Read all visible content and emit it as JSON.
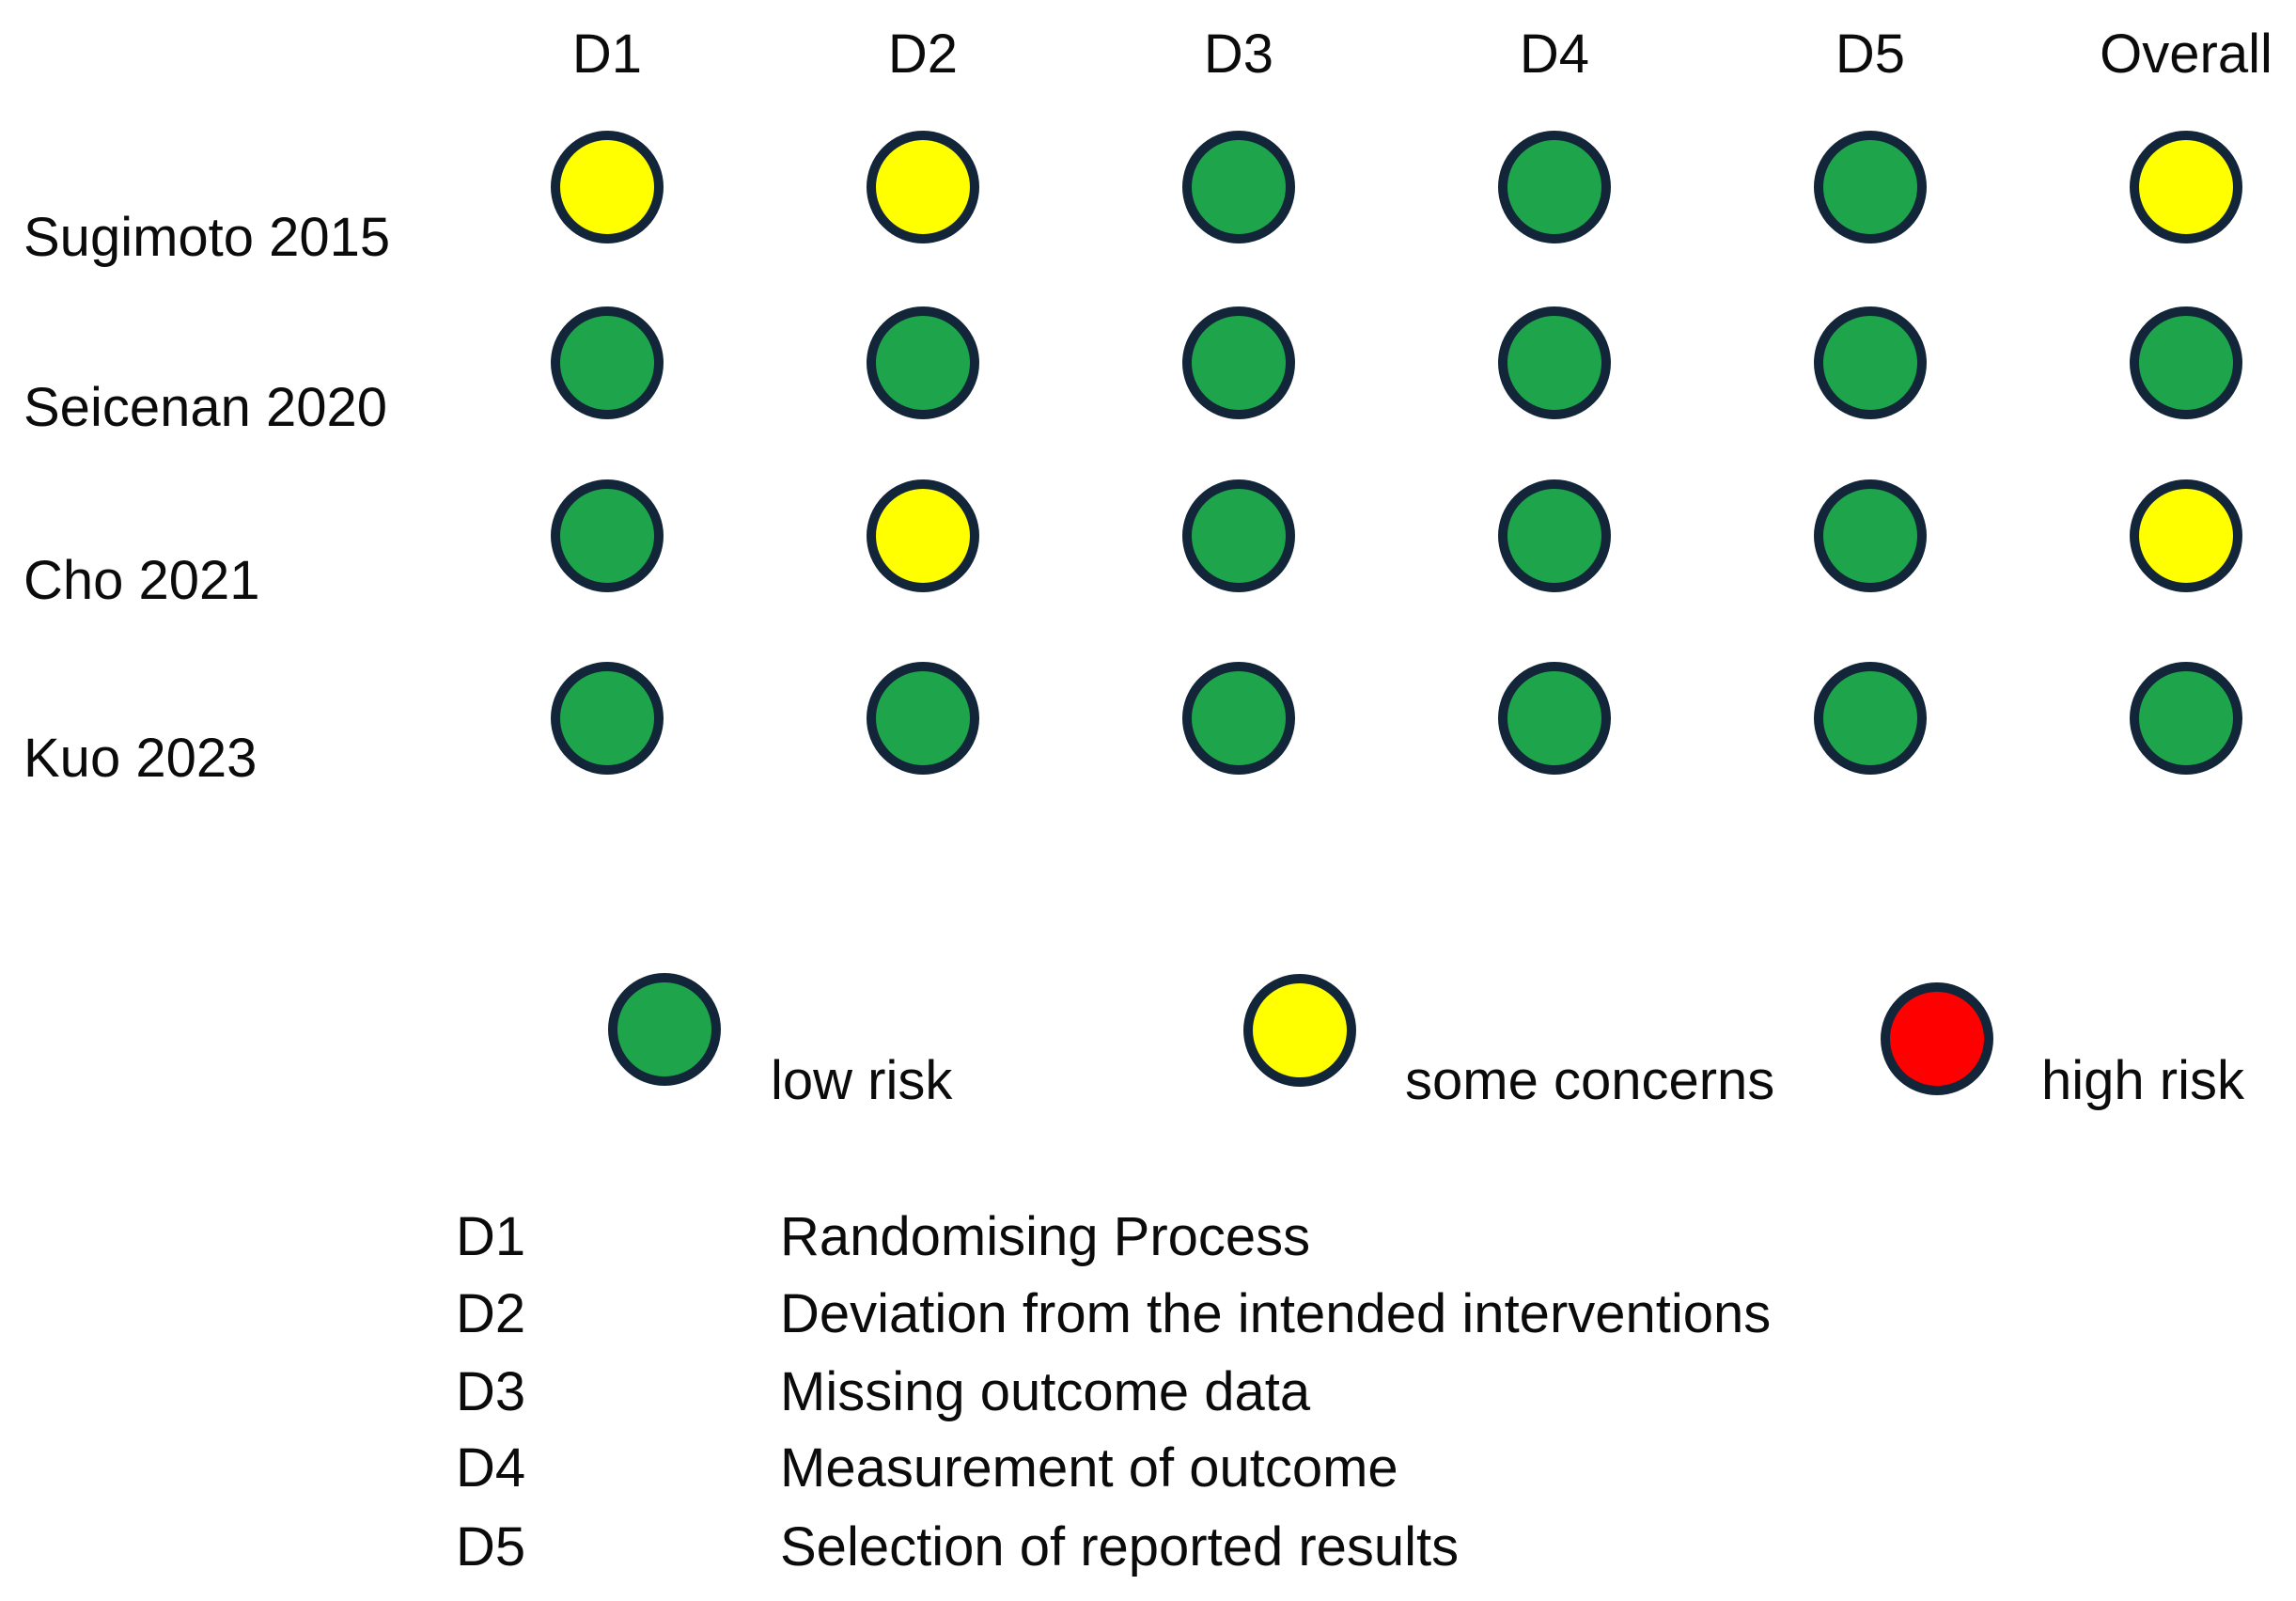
{
  "figure": {
    "background": "#ffffff"
  },
  "header": {
    "columns": [
      "D1",
      "D2",
      "D3",
      "D4",
      "D5",
      "Overall"
    ]
  },
  "studies": [
    {
      "label": "Sugimoto 2015",
      "ratings": [
        "some_concerns",
        "some_concerns",
        "low",
        "low",
        "low",
        "some_concerns"
      ]
    },
    {
      "label": "Seicenan 2020",
      "ratings": [
        "low",
        "low",
        "low",
        "low",
        "low",
        "low"
      ]
    },
    {
      "label": "Cho 2021",
      "ratings": [
        "low",
        "some_concerns",
        "low",
        "low",
        "low",
        "some_concerns"
      ]
    },
    {
      "label": "Kuo 2023",
      "ratings": [
        "low",
        "low",
        "low",
        "low",
        "low",
        "low"
      ]
    }
  ],
  "legend": [
    {
      "rating": "low",
      "label": "low risk"
    },
    {
      "rating": "some_concerns",
      "label": "some concerns"
    },
    {
      "rating": "high",
      "label": "high risk"
    }
  ],
  "domain_key": [
    {
      "code": "D1",
      "description": "Randomising Process"
    },
    {
      "code": "D2",
      "description": "Deviation from the intended interventions"
    },
    {
      "code": "D3",
      "description": "Missing outcome data"
    },
    {
      "code": "D4",
      "description": "Measurement of outcome"
    },
    {
      "code": "D5",
      "description": "Selection of reported results"
    }
  ],
  "colors": {
    "low": "#1EA54C",
    "some_concerns": "#FFFF00",
    "high": "#FF0000",
    "ring": "#132639",
    "text": "#0B0B0B"
  },
  "chart_data": {
    "type": "heatmap",
    "title": "",
    "columns": [
      "D1",
      "D2",
      "D3",
      "D4",
      "D5",
      "Overall"
    ],
    "rows": [
      "Sugimoto 2015",
      "Seicenan 2020",
      "Cho 2021",
      "Kuo 2023"
    ],
    "values": [
      [
        "some concerns",
        "some concerns",
        "low risk",
        "low risk",
        "low risk",
        "some concerns"
      ],
      [
        "low risk",
        "low risk",
        "low risk",
        "low risk",
        "low risk",
        "low risk"
      ],
      [
        "low risk",
        "some concerns",
        "low risk",
        "low risk",
        "low risk",
        "some concerns"
      ],
      [
        "low risk",
        "low risk",
        "low risk",
        "low risk",
        "low risk",
        "low risk"
      ]
    ],
    "legend_entries": [
      "low risk",
      "some concerns",
      "high risk"
    ],
    "legend_position": "bottom",
    "grid": false,
    "domain_definitions": {
      "D1": "Randomising Process",
      "D2": "Deviation from the intended interventions",
      "D3": "Missing outcome data",
      "D4": "Measurement of outcome",
      "D5": "Selection of reported results"
    }
  }
}
